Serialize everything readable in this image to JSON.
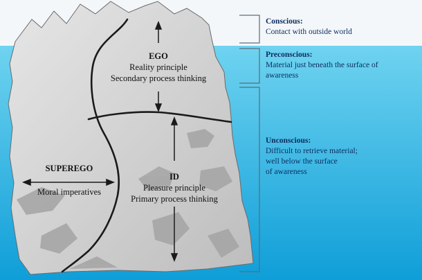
{
  "colors": {
    "sky": "#f4f7fa",
    "water_top": "#6fd3f0",
    "water_bottom": "#0f9ed8",
    "iceberg": "#d8d8d8",
    "iceberg_shadow": "#a4a4a4",
    "outline": "#1a1a1a",
    "side_text": "#0b2d5e"
  },
  "regions": {
    "ego": {
      "title": "EGO",
      "lines": [
        "Reality principle",
        "Secondary process thinking"
      ]
    },
    "superego": {
      "title": "SUPEREGO",
      "lines": [
        "Moral imperatives"
      ]
    },
    "id": {
      "title": "ID",
      "lines": [
        "Pleasure principle",
        "Primary process thinking"
      ]
    }
  },
  "levels": {
    "conscious": {
      "title": "Conscious:",
      "lines": [
        "Contact with outside world"
      ]
    },
    "preconscious": {
      "title": "Preconscious:",
      "lines": [
        "Material just beneath the surface of",
        "awareness"
      ]
    },
    "unconscious": {
      "title": "Unconscious:",
      "lines": [
        "Difficult to retrieve material;",
        "well below the surface",
        "of awareness"
      ]
    }
  }
}
